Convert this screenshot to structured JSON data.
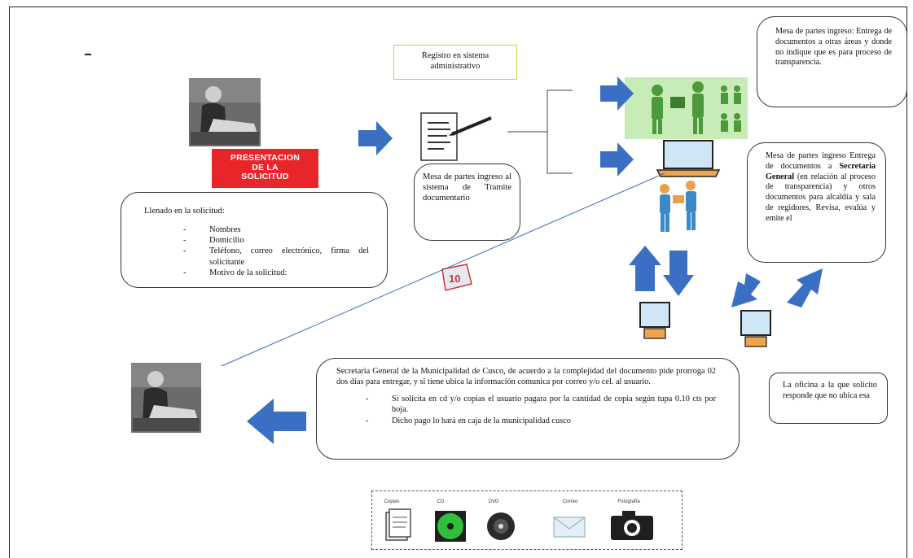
{
  "diagram": {
    "title_box": {
      "line1": "Registro en sistema",
      "line2": "administrativo"
    },
    "presentation_label": {
      "line1": "PRESENTACION",
      "line2": "DE LA",
      "line3": "SOLICITUD"
    },
    "form_box": {
      "heading": "Llenado en la solicitud:",
      "items": [
        {
          "bullet": "-",
          "text": "Nombres"
        },
        {
          "bullet": "-",
          "text": "Domicilio"
        },
        {
          "bullet": "-",
          "text": "Teléfono, correo electrónico, firma del solicitante"
        },
        {
          "bullet": "-",
          "text": "Motivo de la solicitud:"
        }
      ]
    },
    "mesa_box": {
      "text": "Mesa de partes ingreso al sistema de Tramite documentario"
    },
    "top_right_box": {
      "text": "Mesa de partes ingreso: Entrega de documentos a otras áreas y donde no indique que es para proceso de transparencia."
    },
    "right_box": {
      "part1": "Mesa de partes ingreso Entrega de documentos a",
      "bold": "Secretaria General",
      "part2": "(en relación al proceso de transparencia) y otros documentos para alcaldía y sala de regidores, Revisa, evalúa y emite el"
    },
    "secretaria_box": {
      "paragraph": "Secretaria General de la Municipalidad de Cusco, de acuerdo a la complejidad del documento pide prorroga 02 dos días para entregar, y si tiene ubica la información comunica por correo y/o cel. al usuario.",
      "items": [
        {
          "bullet": "-",
          "text": "Si solicita en cd y/o copias el usuario pagara por la cantidad de copia según tupa 0.10 cts por hoja."
        },
        {
          "bullet": "-",
          "text": "Dicho pago lo hará en caja de la municipalidad cusco"
        }
      ]
    },
    "oficina_box": {
      "text": "La oficina a la que solicito responde que no ubica esa"
    },
    "media_labels": [
      "Copias",
      "CD",
      "DVD",
      "Correo",
      "Fotografía"
    ],
    "colors": {
      "arrow_blue": "#3a6fc4",
      "red_label": "#e8262a",
      "green_bg": "#c8ecb8",
      "title_border": "#d6cc3a"
    }
  }
}
